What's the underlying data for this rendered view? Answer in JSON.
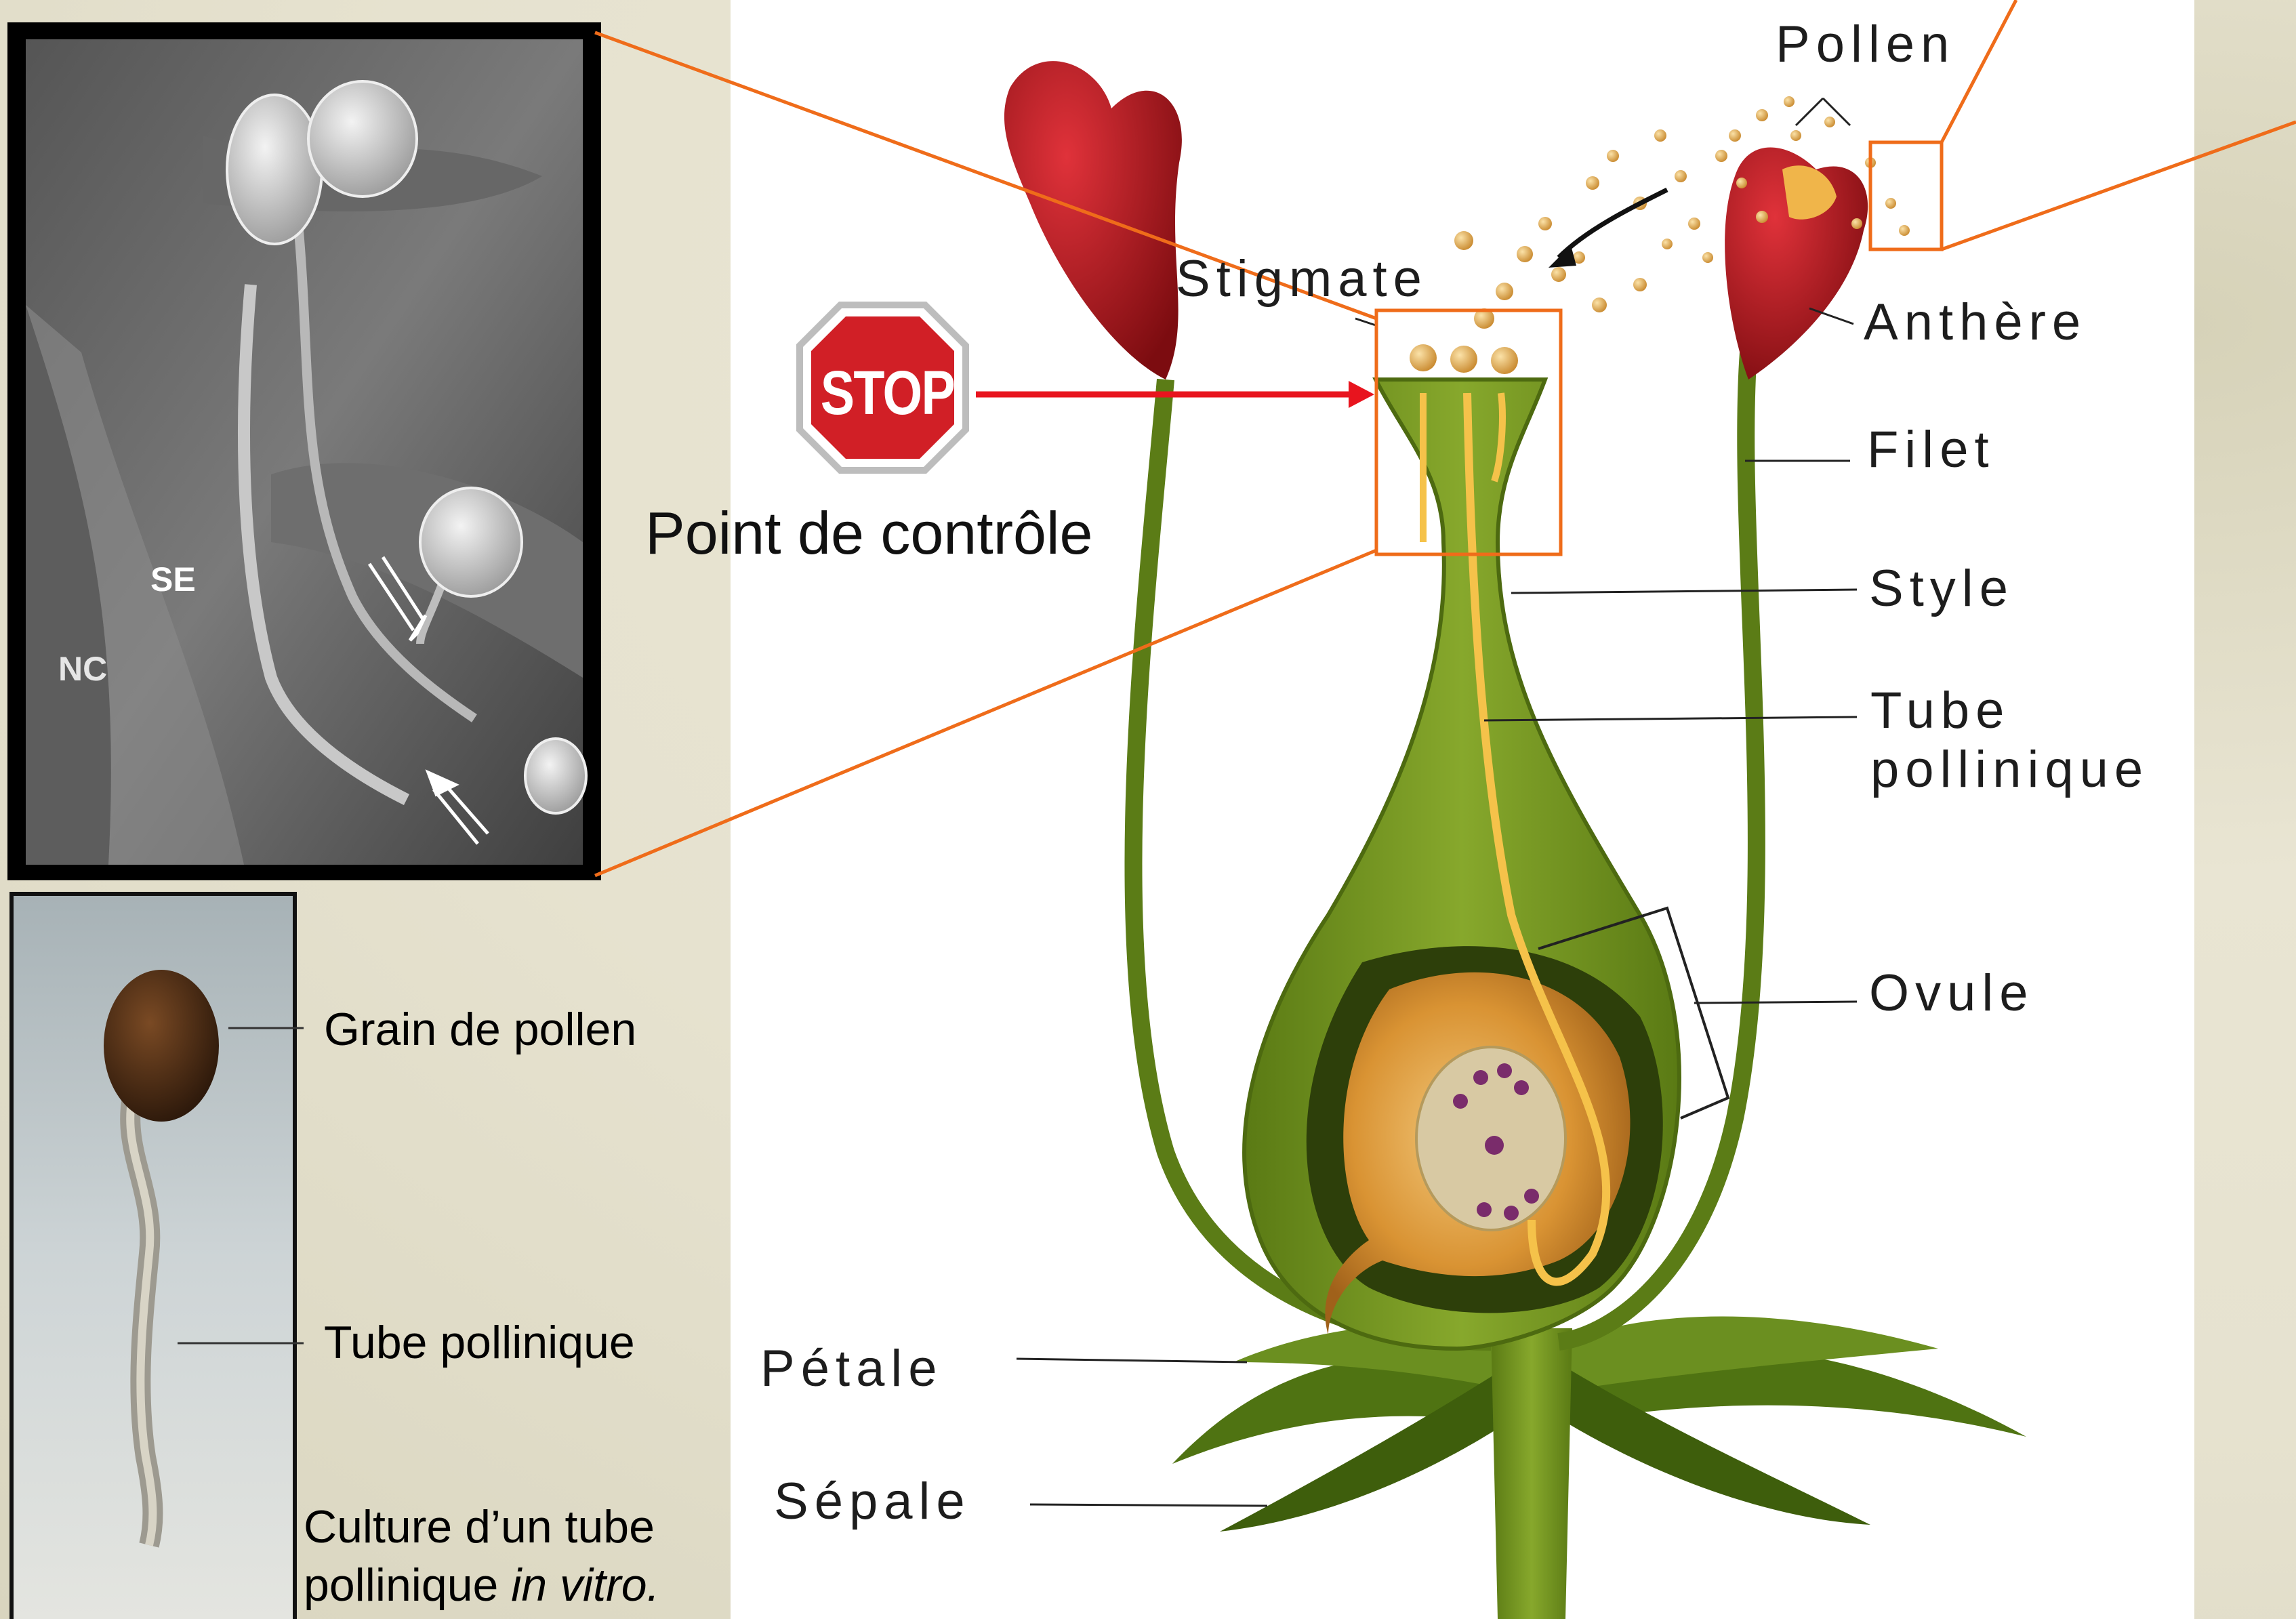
{
  "flower_labels": {
    "pollen": "Pollen",
    "stigmate": "Stigmate",
    "anthere": "Anthère",
    "filet": "Filet",
    "style": "Style",
    "tube_line1": "Tube",
    "tube_line2": "pollinique",
    "ovule": "Ovule",
    "petale": "Pétale",
    "sepale": "Sépale"
  },
  "stop_sign": {
    "text": "STOP",
    "caption": "Point de contrôle"
  },
  "sem_micrograph": {
    "label_se": "SE",
    "label_nc": "NC"
  },
  "culture": {
    "label_grain": "Grain de pollen",
    "label_tube": "Tube pollinique",
    "caption_line1": "Culture d’un tube",
    "caption_line2_prefix": "pollinique ",
    "caption_line2_italic": "in vitro."
  },
  "colors": {
    "callout_orange": "#ef6c1a",
    "arrow_red": "#e8141e",
    "stem_green": "#6f8f1e",
    "anther_red": "#b0141a",
    "pollen_tan": "#e0aa52"
  }
}
